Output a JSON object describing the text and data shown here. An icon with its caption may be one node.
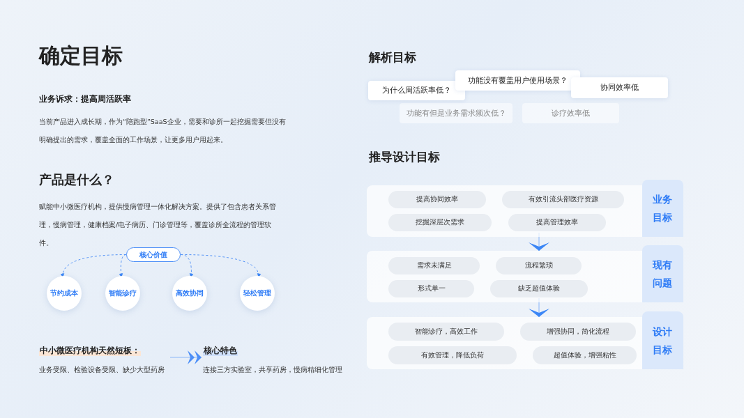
{
  "diagram": {
    "title": "确定目标",
    "nodes": [
      {
        "text": [
          "核心价值"
        ]
      },
      {
        "text": [
          "节约成本"
        ]
      },
      {
        "text": [
          "智能诊疗"
        ]
      },
      {
        "text": [
          "高效协同"
        ]
      },
      {
        "text": [
          "轻松管理"
        ]
      },
      {
        "text": [
          "中小微医疗机构天然短板：",
          "业务受限、检验设备受限、缺少大型药房"
        ]
      },
      {
        "text": [
          "核心特色",
          "连接三方实验室，共享药房，慢病精细化管理"
        ]
      },
      {
        "text": [
          "为什么周活跃率低？"
        ]
      },
      {
        "text": [
          "功能没有覆盖用户使用场景？"
        ]
      },
      {
        "text": [
          "协同效率低"
        ]
      },
      {
        "text": [
          "功能有但是业务需求频次低？"
        ]
      },
      {
        "text": [
          "诊疗效率低"
        ]
      },
      {
        "text": [
          "业务目标"
        ]
      },
      {
        "text": [
          "提高协同效率"
        ],
        "in": 12
      },
      {
        "text": [
          "有效引流头部医疗资源"
        ],
        "in": 12
      },
      {
        "text": [
          "挖掘深层次需求"
        ],
        "in": 12
      },
      {
        "text": [
          "提高管理效率"
        ],
        "in": 12
      },
      {
        "text": [
          "现有问题"
        ]
      },
      {
        "text": [
          "需求未满足"
        ],
        "in": 17
      },
      {
        "text": [
          "流程繁琐"
        ],
        "in": 17
      },
      {
        "text": [
          "形式单一"
        ],
        "in": 17
      },
      {
        "text": [
          "缺乏超值体验"
        ],
        "in": 17
      },
      {
        "text": [
          "设计目标"
        ]
      },
      {
        "text": [
          "智能诊疗，高效工作"
        ],
        "in": 22
      },
      {
        "text": [
          "增强协同，简化流程"
        ],
        "in": 22
      },
      {
        "text": [
          "有效管理，降低负荷"
        ],
        "in": 22
      },
      {
        "text": [
          "超值体验，增强粘性"
        ],
        "in": 22
      }
    ],
    "edges": [
      {
        "from": 0,
        "to": 1,
        "arrow": "to",
        "style": "dashed"
      },
      {
        "from": 0,
        "to": 2,
        "arrow": "to",
        "style": "dashed"
      },
      {
        "from": 0,
        "to": 3,
        "arrow": "to",
        "style": "dashed"
      },
      {
        "from": 0,
        "to": 4,
        "arrow": "to",
        "style": "dashed"
      },
      {
        "from": 5,
        "to": 6,
        "arrow": "to",
        "color": "#a9c8f8"
      },
      {
        "from": 12,
        "to": 17,
        "arrow": "to",
        "color": "#a9c8f8"
      },
      {
        "from": 17,
        "to": 22,
        "arrow": "to",
        "color": "#a9c8f8"
      }
    ],
    "labels": [
      "业务诉求：提高周活跃率",
      "当前产品进入成长期，作为“陪跑型”SaaS企业，需要和诊所一起挖掘需要但没有明确提出的需求，覆盖全面的工作场景，让更多用户用起来。",
      "产品是什么？",
      "赋能中小微医疗机构，提供慢病管理一体化解决方案。提供了包含患者关系管理，慢病管理，健康档案/电子病历、门诊管理等，覆盖诊所全流程的管理软件。",
      "解析目标",
      "推导设计目标"
    ]
  }
}
